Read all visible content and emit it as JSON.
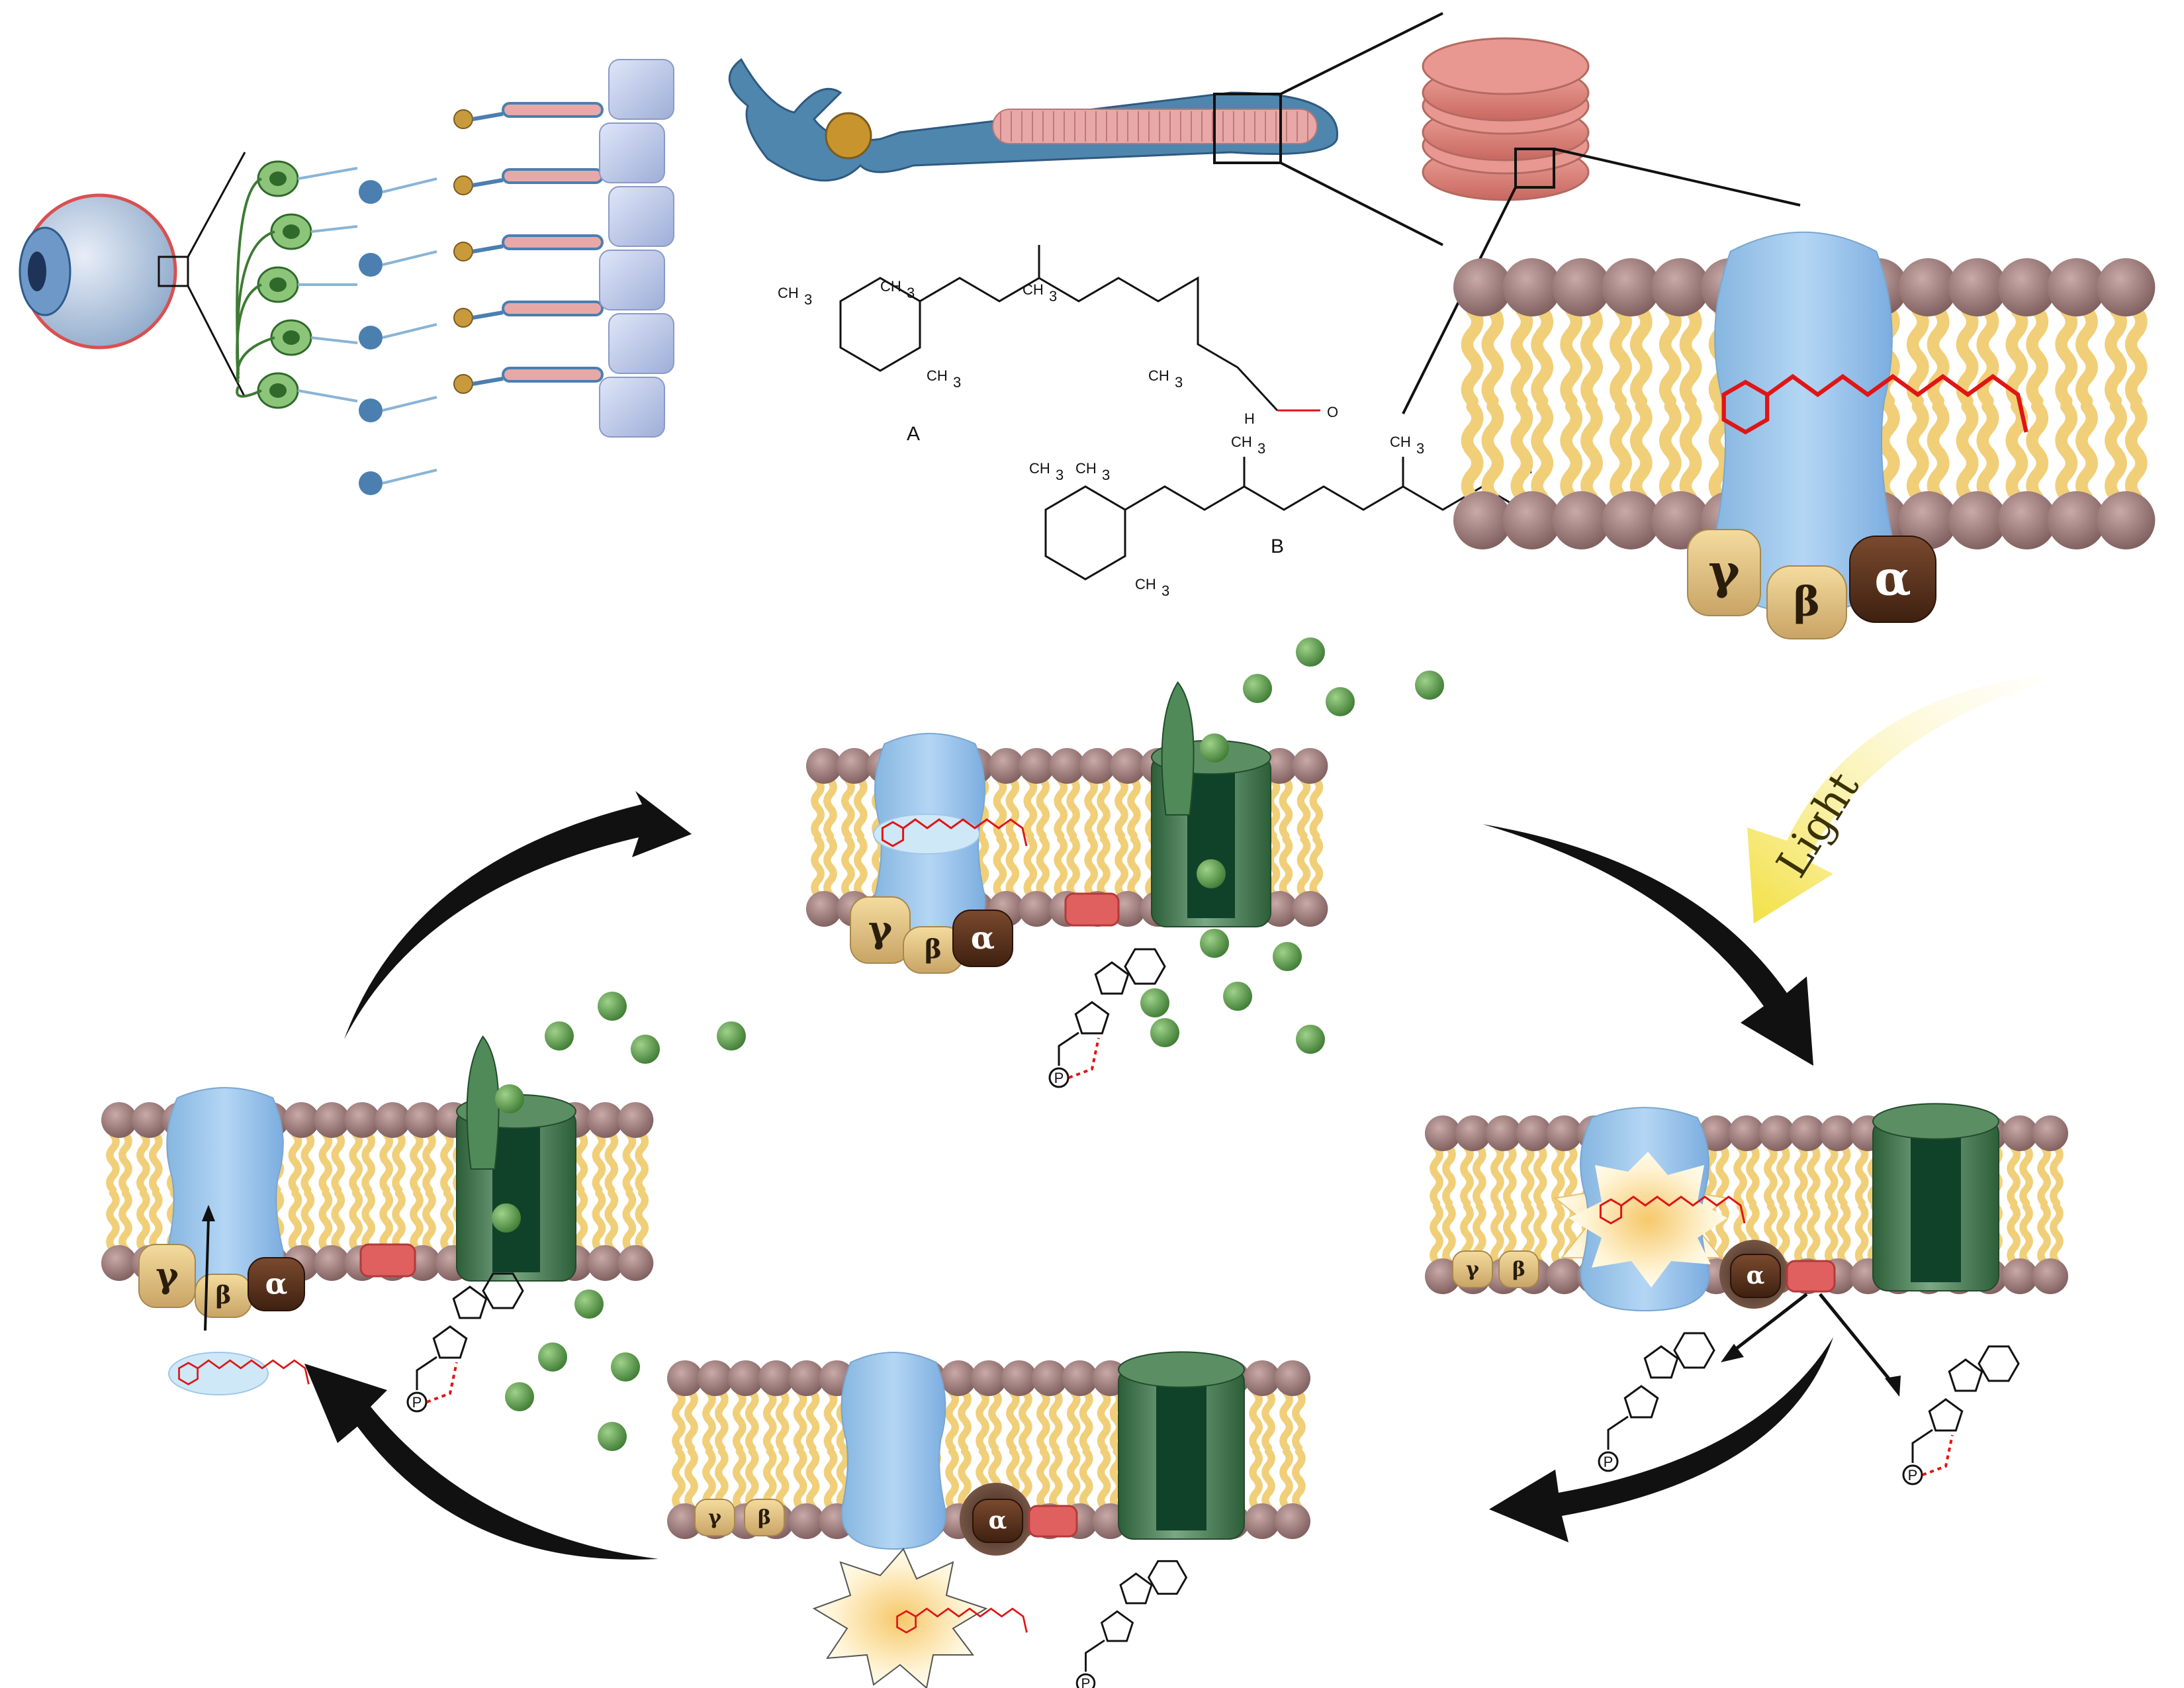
{
  "figure": {
    "light_label": "Light",
    "structure_labels": {
      "a": "A",
      "b": "B"
    },
    "chem": {
      "methyl": "CH",
      "three": "3",
      "hydrogen": "H",
      "oxygen": "O",
      "phosphate": "P"
    },
    "subunits": {
      "alpha": "α",
      "beta": "β",
      "gamma": "γ"
    }
  },
  "colors": {
    "rhodopsin": "#9cc6ea",
    "lipid_head": "#a08080",
    "lipid_tail": "#f0cf78",
    "channel": "#3f7a4a",
    "channel_dark": "#0f4228",
    "sodium_ion": "#5f9b4c",
    "pde": "#e06060",
    "retinal": "#e01515",
    "arrow": "#111111",
    "light": "#f4e04a"
  }
}
